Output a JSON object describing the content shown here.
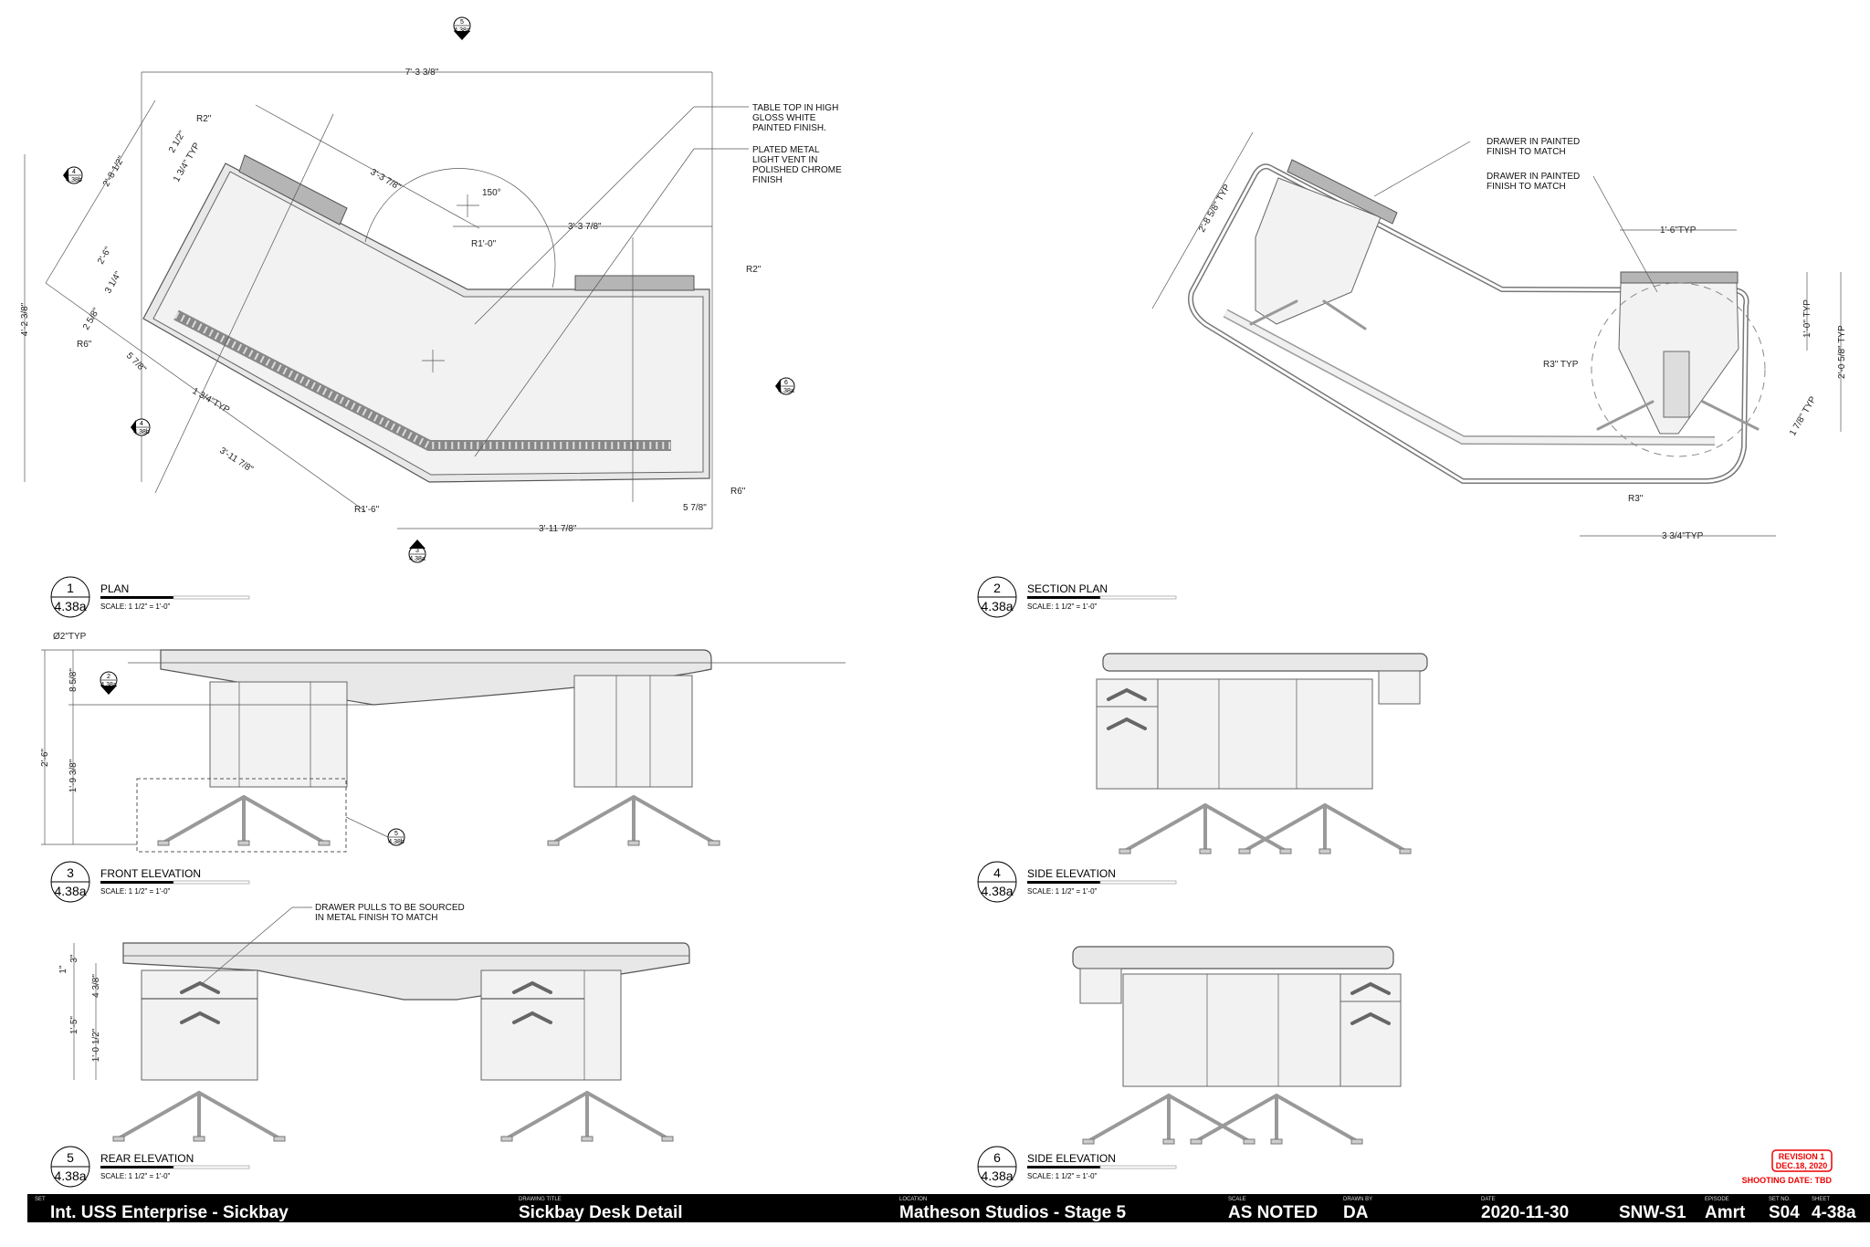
{
  "title_block": {
    "set_label": "SET",
    "set": "Int. USS Enterprise - Sickbay",
    "drawing_title_label": "DRAWING TITLE",
    "drawing_title": "Sickbay Desk Detail",
    "location_label": "LOCATION",
    "location": "Matheson Studios - Stage 5",
    "scale_label": "SCALE",
    "scale": "AS NOTED",
    "drawn_by_label": "DRAWN BY",
    "drawn_by": "DA",
    "date_label": "DATE",
    "date": "2020-11-30",
    "project": "SNW-S1",
    "episode_label": "EPISODE",
    "episode": "Amrt",
    "set_no_label": "SET NO.",
    "set_no": "S04",
    "sheet_label": "SHEET",
    "sheet": "4-38a"
  },
  "revision": {
    "line1": "REVISION 1",
    "line2": "DEC.18, 2020",
    "shooting_date": "SHOOTING DATE:  TBD",
    "color": "#e00000"
  },
  "views": [
    {
      "number": "1",
      "sheet": "4.38a",
      "title": "PLAN",
      "scale": "SCALE: 1 1/2\" = 1'-0\""
    },
    {
      "number": "2",
      "sheet": "4.38a",
      "title": "SECTION PLAN",
      "scale": "SCALE: 1 1/2\" = 1'-0\""
    },
    {
      "number": "3",
      "sheet": "4.38a",
      "title": "FRONT ELEVATION",
      "scale": "SCALE: 1 1/2\" = 1'-0\""
    },
    {
      "number": "4",
      "sheet": "4.38a",
      "title": "SIDE ELEVATION",
      "scale": "SCALE: 1 1/2\" = 1'-0\""
    },
    {
      "number": "5",
      "sheet": "4.38a",
      "title": "REAR ELEVATION",
      "scale": "SCALE: 1 1/2\" = 1'-0\""
    },
    {
      "number": "6",
      "sheet": "4.38a",
      "title": "SIDE ELEVATION",
      "scale": "SCALE: 1 1/2\" = 1'-0\""
    }
  ],
  "markers": {
    "m5": {
      "num": "5",
      "sheet": "4.38a"
    },
    "m4a": {
      "num": "4",
      "sheet": "4.38b"
    },
    "m4b": {
      "num": "4",
      "sheet": "4.38b"
    },
    "m6": {
      "num": "6",
      "sheet": "4.38a"
    },
    "m3": {
      "num": "3",
      "sheet": "4.38a"
    },
    "m2": {
      "num": "2",
      "sheet": "4.38a"
    },
    "m5b": {
      "num": "5",
      "sheet": "4.38b"
    }
  },
  "plan": {
    "notes": [
      [
        "TABLE TOP IN HIGH",
        "GLOSS WHITE",
        "PAINTED FINISH."
      ],
      [
        "PLATED METAL",
        "LIGHT VENT IN",
        "POLISHED CHROME",
        "FINISH"
      ]
    ],
    "dims": {
      "overall_width": "7'-3 3/8\"",
      "overall_depth": "4'-2 3/8\"",
      "diag_top": "3'-3 7/8\"",
      "right_top": "3'-3 7/8\"",
      "angle": "150°",
      "r1": "R1'-0\"",
      "r2_top": "R2\"",
      "r2_right": "R2\"",
      "r6_left": "R6\"",
      "r6_right": "R6\"",
      "r1_6": "R1'-6\"",
      "left_2_8": "2'-8 1/2\"",
      "left_2_6": "2'-6\"",
      "d2_half": "2 1/2\"",
      "typ_1_3_4": "1 3/4\" TYP",
      "d3_1_4": "3 1/4\"",
      "d2_5_8": "2 5/8\"",
      "d5_7_8a": "5 7/8\"",
      "typ2": "1 3/4\"TYP",
      "diag_bottom": "3'-11 7/8\"",
      "bottom": "3'-11 7/8\"",
      "d5_7_8b": "5 7/8\""
    }
  },
  "section_plan": {
    "notes": [
      [
        "DRAWER IN PAINTED",
        "FINISH TO MATCH"
      ],
      [
        "DRAWER IN PAINTED",
        "FINISH TO MATCH"
      ]
    ],
    "dims": {
      "d1": "2'-8 5/8\" TYP",
      "d2": "1'-6\"TYP",
      "d3": "1'-0\" TYP",
      "d4": "2'-0 5/8\" TYP",
      "d5": "R3\" TYP",
      "d6": "1 7/8\" TYP",
      "d7": "R3\"",
      "d8": "3 3/4\"TYP"
    }
  },
  "front_elevation": {
    "dims": {
      "dia": "Ø2\"TYP",
      "h_total": "2'-6\"",
      "h_top": "8 5/8\"",
      "h_low": "1'-9 3/8\""
    }
  },
  "rear_elevation": {
    "note": [
      "DRAWER PULLS TO BE SOURCED",
      "IN METAL FINISH TO MATCH"
    ],
    "dims": {
      "a": "3\"",
      "b": "1\"",
      "c": "4 3/8\"",
      "d": "1'-5\"",
      "e": "1'-0 1/2\""
    }
  }
}
